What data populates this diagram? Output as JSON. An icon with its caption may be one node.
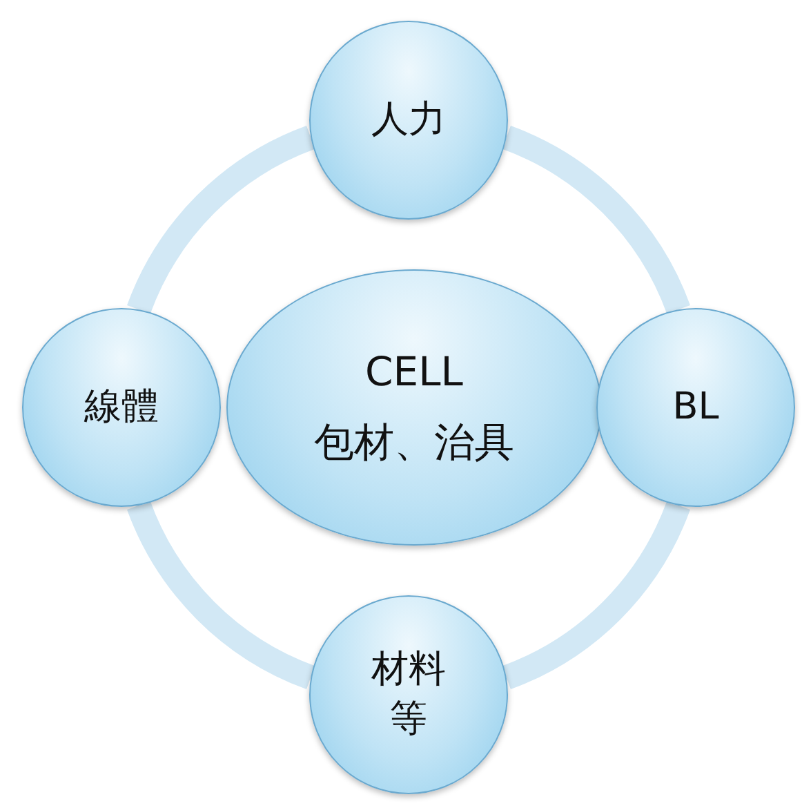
{
  "diagram": {
    "nodes": [
      {
        "text": [
          "人力"
        ]
      },
      {
        "text": [
          "線體"
        ]
      },
      {
        "text": [
          "CELL",
          "包材、治具"
        ]
      },
      {
        "text": [
          "BL"
        ]
      },
      {
        "text": [
          "材料等"
        ]
      }
    ],
    "edges": [
      {
        "from": 0,
        "to": 3,
        "arrow": "none"
      },
      {
        "from": 3,
        "to": 4,
        "arrow": "none"
      },
      {
        "from": 4,
        "to": 1,
        "arrow": "none"
      },
      {
        "from": 1,
        "to": 0,
        "arrow": "none"
      }
    ]
  }
}
